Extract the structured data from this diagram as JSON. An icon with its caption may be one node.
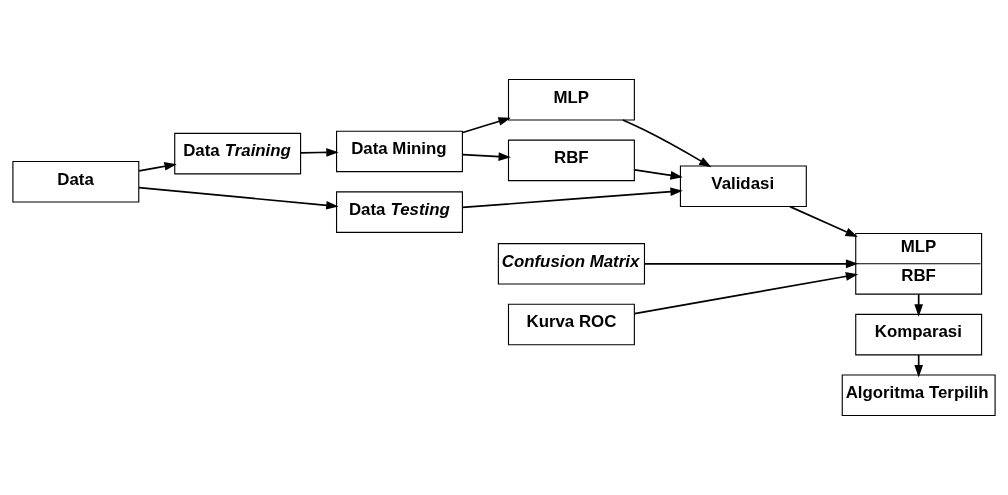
{
  "diagram": {
    "nodes": [
      {
        "text": [
          "Data"
        ]
      },
      {
        "text": [
          "Data *Training*"
        ]
      },
      {
        "text": [
          "Data *Testing*"
        ]
      },
      {
        "text": [
          "Data Mining"
        ]
      },
      {
        "text": [
          "MLP"
        ]
      },
      {
        "text": [
          "RBF"
        ]
      },
      {
        "text": [
          "Validasi"
        ]
      },
      {
        "text": [
          "Confusion Matrix"
        ]
      },
      {
        "text": [
          "Kurva ROC"
        ]
      },
      {
        "text": [
          "MLP",
          "RBF"
        ]
      },
      {
        "text": [
          "Komparasi"
        ]
      },
      {
        "text": [
          "Algoritma Terpilih"
        ]
      }
    ],
    "edges": [
      {
        "from": 0,
        "to": 1,
        "arrow": "to"
      },
      {
        "from": 0,
        "to": 2,
        "arrow": "to"
      },
      {
        "from": 1,
        "to": 3,
        "arrow": "to"
      },
      {
        "from": 3,
        "to": 4,
        "arrow": "to"
      },
      {
        "from": 3,
        "to": 5,
        "arrow": "to"
      },
      {
        "from": 4,
        "to": 6,
        "arrow": "to"
      },
      {
        "from": 5,
        "to": 6,
        "arrow": "to"
      },
      {
        "from": 2,
        "to": 6,
        "arrow": "to"
      },
      {
        "from": 6,
        "to": 9,
        "arrow": "to"
      },
      {
        "from": 7,
        "to": 9,
        "arrow": "to"
      },
      {
        "from": 8,
        "to": 9,
        "arrow": "to"
      },
      {
        "from": 9,
        "to": 10,
        "arrow": "to"
      },
      {
        "from": 10,
        "to": 11,
        "arrow": "to"
      }
    ]
  }
}
